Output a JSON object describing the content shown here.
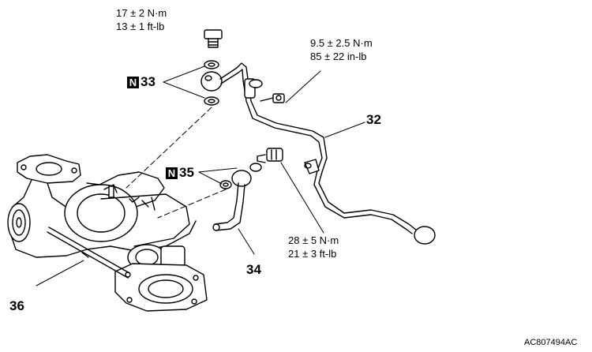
{
  "torques": {
    "bolt_top": [
      "17 ± 2 N·m",
      "13 ± 1 ft-lb"
    ],
    "bracket_bolt": [
      "9.5 ± 2.5 N·m",
      "85 ± 22 in-lb"
    ],
    "eye_bolt": [
      "28 ± 5 N·m",
      "21 ± 3 ft-lb"
    ]
  },
  "callouts": {
    "n33": {
      "box": "N",
      "number": "33"
    },
    "n35": {
      "box": "N",
      "number": "35"
    },
    "n32": "32",
    "n34": "34",
    "n36": "36"
  },
  "reference_code": "AC807494AC"
}
